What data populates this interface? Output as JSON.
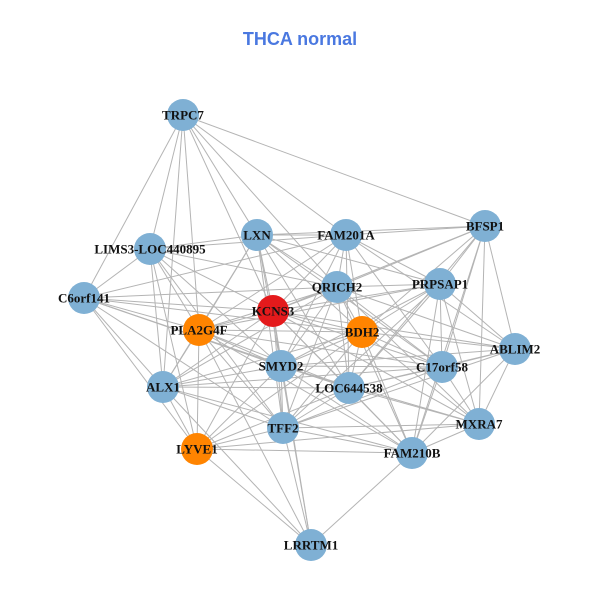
{
  "title": "THCA normal",
  "colors": {
    "title": "#4a78e0",
    "default_node": "#7fb0d4",
    "highlight_node": "#ff8400",
    "center_node": "#e41a1c",
    "edge": "#b4b4b4"
  },
  "nodes": [
    {
      "id": "TRPC7",
      "label": "TRPC7",
      "group": "default"
    },
    {
      "id": "LXN",
      "label": "LXN",
      "group": "default"
    },
    {
      "id": "FAM201A",
      "label": "FAM201A",
      "group": "default"
    },
    {
      "id": "BFSP1",
      "label": "BFSP1",
      "group": "default"
    },
    {
      "id": "LIMS3",
      "label": "LIMS3-LOC440895",
      "group": "default"
    },
    {
      "id": "QRICH2",
      "label": "QRICH2",
      "group": "default"
    },
    {
      "id": "PRPSAP1",
      "label": "PRPSAP1",
      "group": "default"
    },
    {
      "id": "C6orf141",
      "label": "C6orf141",
      "group": "default"
    },
    {
      "id": "KCNS3",
      "label": "KCNS3",
      "group": "center"
    },
    {
      "id": "PLA2G4F",
      "label": "PLA2G4F",
      "group": "highlight"
    },
    {
      "id": "BDH2",
      "label": "BDH2",
      "group": "highlight"
    },
    {
      "id": "ABLIM2",
      "label": "ABLIM2",
      "group": "default"
    },
    {
      "id": "SMYD2",
      "label": "SMYD2",
      "group": "default"
    },
    {
      "id": "C17orf58",
      "label": "C17orf58",
      "group": "default"
    },
    {
      "id": "ALX1",
      "label": "ALX1",
      "group": "default"
    },
    {
      "id": "LOC644538",
      "label": "LOC644538",
      "group": "default"
    },
    {
      "id": "MXRA7",
      "label": "MXRA7",
      "group": "default"
    },
    {
      "id": "TFF2",
      "label": "TFF2",
      "group": "default"
    },
    {
      "id": "LYVE1",
      "label": "LYVE1",
      "group": "highlight"
    },
    {
      "id": "FAM210B",
      "label": "FAM210B",
      "group": "default"
    },
    {
      "id": "LRRTM1",
      "label": "LRRTM1",
      "group": "default"
    }
  ],
  "edges": [
    [
      "TRPC7",
      "LXN"
    ],
    [
      "TRPC7",
      "FAM201A"
    ],
    [
      "TRPC7",
      "BFSP1"
    ],
    [
      "TRPC7",
      "LIMS3"
    ],
    [
      "TRPC7",
      "C6orf141"
    ],
    [
      "TRPC7",
      "PLA2G4F"
    ],
    [
      "TRPC7",
      "ALX1"
    ],
    [
      "TRPC7",
      "QRICH2"
    ],
    [
      "TRPC7",
      "KCNS3"
    ],
    [
      "LXN",
      "FAM201A"
    ],
    [
      "LXN",
      "LIMS3"
    ],
    [
      "LXN",
      "QRICH2"
    ],
    [
      "LXN",
      "KCNS3"
    ],
    [
      "LXN",
      "PLA2G4F"
    ],
    [
      "LXN",
      "BDH2"
    ],
    [
      "LXN",
      "SMYD2"
    ],
    [
      "LXN",
      "PRPSAP1"
    ],
    [
      "LXN",
      "C17orf58"
    ],
    [
      "LXN",
      "BFSP1"
    ],
    [
      "LXN",
      "ALX1"
    ],
    [
      "LXN",
      "LOC644538"
    ],
    [
      "LXN",
      "TFF2"
    ],
    [
      "FAM201A",
      "BFSP1"
    ],
    [
      "FAM201A",
      "QRICH2"
    ],
    [
      "FAM201A",
      "PRPSAP1"
    ],
    [
      "FAM201A",
      "KCNS3"
    ],
    [
      "FAM201A",
      "BDH2"
    ],
    [
      "FAM201A",
      "LIMS3"
    ],
    [
      "FAM201A",
      "PLA2G4F"
    ],
    [
      "FAM201A",
      "C17orf58"
    ],
    [
      "FAM201A",
      "ABLIM2"
    ],
    [
      "FAM201A",
      "SMYD2"
    ],
    [
      "FAM201A",
      "LOC644538"
    ],
    [
      "FAM201A",
      "C6orf141"
    ],
    [
      "BFSP1",
      "QRICH2"
    ],
    [
      "BFSP1",
      "PRPSAP1"
    ],
    [
      "BFSP1",
      "BDH2"
    ],
    [
      "BFSP1",
      "C17orf58"
    ],
    [
      "BFSP1",
      "ABLIM2"
    ],
    [
      "BFSP1",
      "MXRA7"
    ],
    [
      "BFSP1",
      "FAM210B"
    ],
    [
      "BFSP1",
      "LOC644538"
    ],
    [
      "BFSP1",
      "KCNS3"
    ],
    [
      "LIMS3",
      "C6orf141"
    ],
    [
      "LIMS3",
      "PLA2G4F"
    ],
    [
      "LIMS3",
      "KCNS3"
    ],
    [
      "LIMS3",
      "QRICH2"
    ],
    [
      "LIMS3",
      "ALX1"
    ],
    [
      "LIMS3",
      "SMYD2"
    ],
    [
      "LIMS3",
      "LYVE1"
    ],
    [
      "LIMS3",
      "TFF2"
    ],
    [
      "QRICH2",
      "PRPSAP1"
    ],
    [
      "QRICH2",
      "KCNS3"
    ],
    [
      "QRICH2",
      "BDH2"
    ],
    [
      "QRICH2",
      "PLA2G4F"
    ],
    [
      "QRICH2",
      "SMYD2"
    ],
    [
      "QRICH2",
      "C17orf58"
    ],
    [
      "QRICH2",
      "LOC644538"
    ],
    [
      "QRICH2",
      "ABLIM2"
    ],
    [
      "QRICH2",
      "MXRA7"
    ],
    [
      "QRICH2",
      "TFF2"
    ],
    [
      "QRICH2",
      "ALX1"
    ],
    [
      "QRICH2",
      "C6orf141"
    ],
    [
      "QRICH2",
      "FAM210B"
    ],
    [
      "PRPSAP1",
      "BDH2"
    ],
    [
      "PRPSAP1",
      "KCNS3"
    ],
    [
      "PRPSAP1",
      "C17orf58"
    ],
    [
      "PRPSAP1",
      "ABLIM2"
    ],
    [
      "PRPSAP1",
      "MXRA7"
    ],
    [
      "PRPSAP1",
      "LOC644538"
    ],
    [
      "PRPSAP1",
      "SMYD2"
    ],
    [
      "PRPSAP1",
      "FAM210B"
    ],
    [
      "PRPSAP1",
      "TFF2"
    ],
    [
      "PRPSAP1",
      "PLA2G4F"
    ],
    [
      "C6orf141",
      "PLA2G4F"
    ],
    [
      "C6orf141",
      "KCNS3"
    ],
    [
      "C6orf141",
      "ALX1"
    ],
    [
      "C6orf141",
      "LYVE1"
    ],
    [
      "C6orf141",
      "SMYD2"
    ],
    [
      "C6orf141",
      "BDH2"
    ],
    [
      "C6orf141",
      "TFF2"
    ],
    [
      "C6orf141",
      "LOC644538"
    ],
    [
      "KCNS3",
      "PLA2G4F"
    ],
    [
      "KCNS3",
      "BDH2"
    ],
    [
      "KCNS3",
      "SMYD2"
    ],
    [
      "KCNS3",
      "ALX1"
    ],
    [
      "KCNS3",
      "LYVE1"
    ],
    [
      "KCNS3",
      "TFF2"
    ],
    [
      "KCNS3",
      "LOC644538"
    ],
    [
      "KCNS3",
      "C17orf58"
    ],
    [
      "KCNS3",
      "ABLIM2"
    ],
    [
      "KCNS3",
      "FAM210B"
    ],
    [
      "KCNS3",
      "MXRA7"
    ],
    [
      "KCNS3",
      "LRRTM1"
    ],
    [
      "PLA2G4F",
      "BDH2"
    ],
    [
      "PLA2G4F",
      "SMYD2"
    ],
    [
      "PLA2G4F",
      "ALX1"
    ],
    [
      "PLA2G4F",
      "LYVE1"
    ],
    [
      "PLA2G4F",
      "TFF2"
    ],
    [
      "PLA2G4F",
      "LOC644538"
    ],
    [
      "PLA2G4F",
      "C17orf58"
    ],
    [
      "PLA2G4F",
      "FAM210B"
    ],
    [
      "PLA2G4F",
      "LRRTM1"
    ],
    [
      "BDH2",
      "SMYD2"
    ],
    [
      "BDH2",
      "C17orf58"
    ],
    [
      "BDH2",
      "ABLIM2"
    ],
    [
      "BDH2",
      "LOC644538"
    ],
    [
      "BDH2",
      "MXRA7"
    ],
    [
      "BDH2",
      "FAM210B"
    ],
    [
      "BDH2",
      "TFF2"
    ],
    [
      "BDH2",
      "ALX1"
    ],
    [
      "BDH2",
      "LYVE1"
    ],
    [
      "ABLIM2",
      "C17orf58"
    ],
    [
      "ABLIM2",
      "MXRA7"
    ],
    [
      "ABLIM2",
      "FAM210B"
    ],
    [
      "ABLIM2",
      "LOC644538"
    ],
    [
      "ABLIM2",
      "SMYD2"
    ],
    [
      "ABLIM2",
      "TFF2"
    ],
    [
      "SMYD2",
      "LOC644538"
    ],
    [
      "SMYD2",
      "ALX1"
    ],
    [
      "SMYD2",
      "TFF2"
    ],
    [
      "SMYD2",
      "LYVE1"
    ],
    [
      "SMYD2",
      "C17orf58"
    ],
    [
      "SMYD2",
      "FAM210B"
    ],
    [
      "SMYD2",
      "MXRA7"
    ],
    [
      "SMYD2",
      "LRRTM1"
    ],
    [
      "C17orf58",
      "LOC644538"
    ],
    [
      "C17orf58",
      "MXRA7"
    ],
    [
      "C17orf58",
      "FAM210B"
    ],
    [
      "C17orf58",
      "TFF2"
    ],
    [
      "C17orf58",
      "ALX1"
    ],
    [
      "ALX1",
      "LYVE1"
    ],
    [
      "ALX1",
      "TFF2"
    ],
    [
      "ALX1",
      "LOC644538"
    ],
    [
      "ALX1",
      "LRRTM1"
    ],
    [
      "ALX1",
      "FAM210B"
    ],
    [
      "LOC644538",
      "MXRA7"
    ],
    [
      "LOC644538",
      "FAM210B"
    ],
    [
      "LOC644538",
      "TFF2"
    ],
    [
      "LOC644538",
      "LYVE1"
    ],
    [
      "MXRA7",
      "FAM210B"
    ],
    [
      "MXRA7",
      "TFF2"
    ],
    [
      "MXRA7",
      "LYVE1"
    ],
    [
      "TFF2",
      "LYVE1"
    ],
    [
      "TFF2",
      "FAM210B"
    ],
    [
      "TFF2",
      "LRRTM1"
    ],
    [
      "LYVE1",
      "LRRTM1"
    ],
    [
      "LYVE1",
      "FAM210B"
    ],
    [
      "FAM210B",
      "LRRTM1"
    ]
  ]
}
